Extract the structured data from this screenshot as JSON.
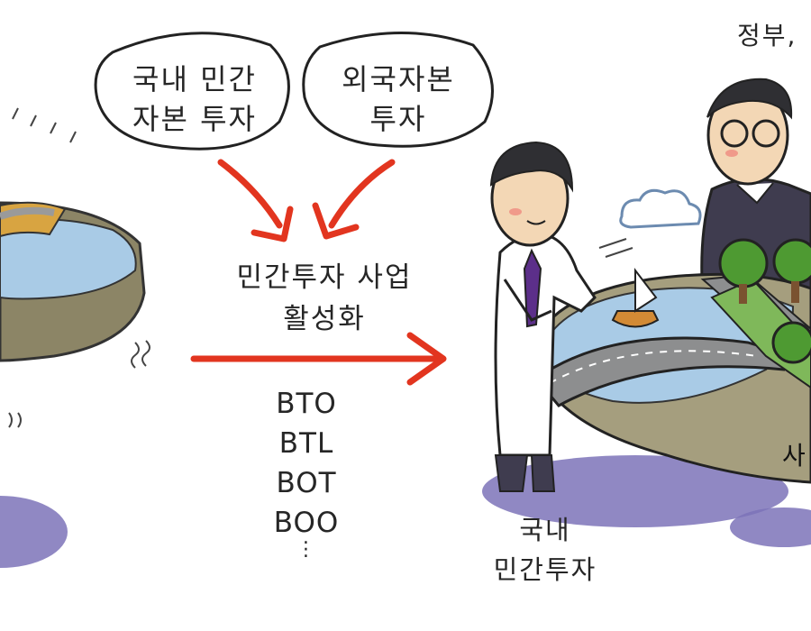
{
  "bubbles": [
    {
      "lines": [
        "국내 민간",
        "자본 투자"
      ]
    },
    {
      "lines": [
        "외국자본",
        "투자"
      ]
    }
  ],
  "center": {
    "lines": [
      "민간투자 사업",
      "활성화"
    ]
  },
  "codes": [
    "BTO",
    "BTL",
    "BOT",
    "BOO"
  ],
  "codes_more": "⋮",
  "bottom_label": {
    "lines": [
      "국내",
      "민간투자"
    ]
  },
  "gov_label": "정부,",
  "project_label": "사",
  "colors": {
    "arrow": "#e2351f",
    "water": "#a9cbe6",
    "road": "#8d8e8f",
    "tree": "#4e9a32",
    "shadow": "#7d73b8",
    "suit": "#3f3c4f"
  }
}
